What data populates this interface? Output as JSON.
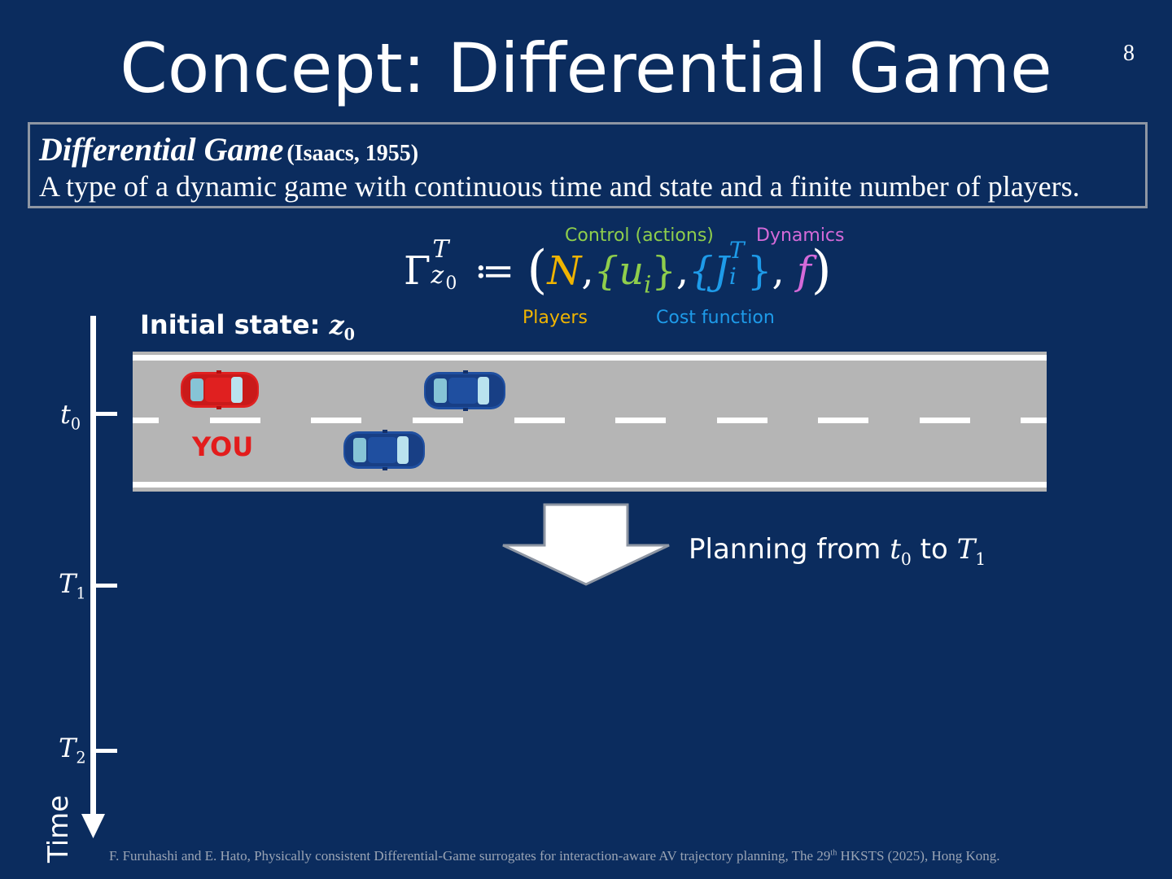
{
  "slide": {
    "title": "Concept: Differential Game",
    "page_number": "8"
  },
  "definition": {
    "term": "Differential Game",
    "citation": "(Isaacs, 1955)",
    "text": "A type of a dynamic game with continuous time and state and a finite number of players."
  },
  "formula": {
    "gamma": "Γ",
    "gamma_sup": "T",
    "gamma_sub": "z",
    "gamma_sub_sub": "0",
    "assign": " ≔ ",
    "players_symbol": "N",
    "controls_symbol": "{u",
    "controls_sub": "i",
    "controls_close": "}",
    "cost_symbol": "{J",
    "cost_sup": "T",
    "cost_sub": "i",
    "cost_close": "}",
    "dynamics_symbol": "f",
    "comma": ",",
    "open": "(",
    "close": ")",
    "labels": {
      "control": "Control (actions)",
      "dynamics": "Dynamics",
      "players": "Players",
      "cost": "Cost function"
    },
    "colors": {
      "players": "#f0b400",
      "control": "#8fce4c",
      "cost": "#1e9be9",
      "dynamics": "#d56ad9"
    }
  },
  "scene": {
    "initial_state_label": "Initial state: ",
    "initial_state_var": "z",
    "initial_state_sub": "0",
    "you_label": "YOU",
    "plan_text": "Planning from ",
    "plan_from": "t",
    "plan_from_sub": "0",
    "plan_mid": " to ",
    "plan_to": "T",
    "plan_to_sub": "1",
    "road_color": "#b5b5b5",
    "ego_car_color": "#e02020",
    "other_car_color": "#1f4fa0"
  },
  "timeline": {
    "label": "Time",
    "ticks": [
      {
        "var": "t",
        "sub": "0"
      },
      {
        "var": "T",
        "sub": "1"
      },
      {
        "var": "T",
        "sub": "2"
      }
    ]
  },
  "footer": {
    "text_before": "F. Furuhashi and E. Hato, Physically consistent  Differential-Game surrogates for interaction-aware AV trajectory planning, The 29",
    "sup": "th",
    "text_after": " HKSTS (2025), Hong Kong."
  }
}
